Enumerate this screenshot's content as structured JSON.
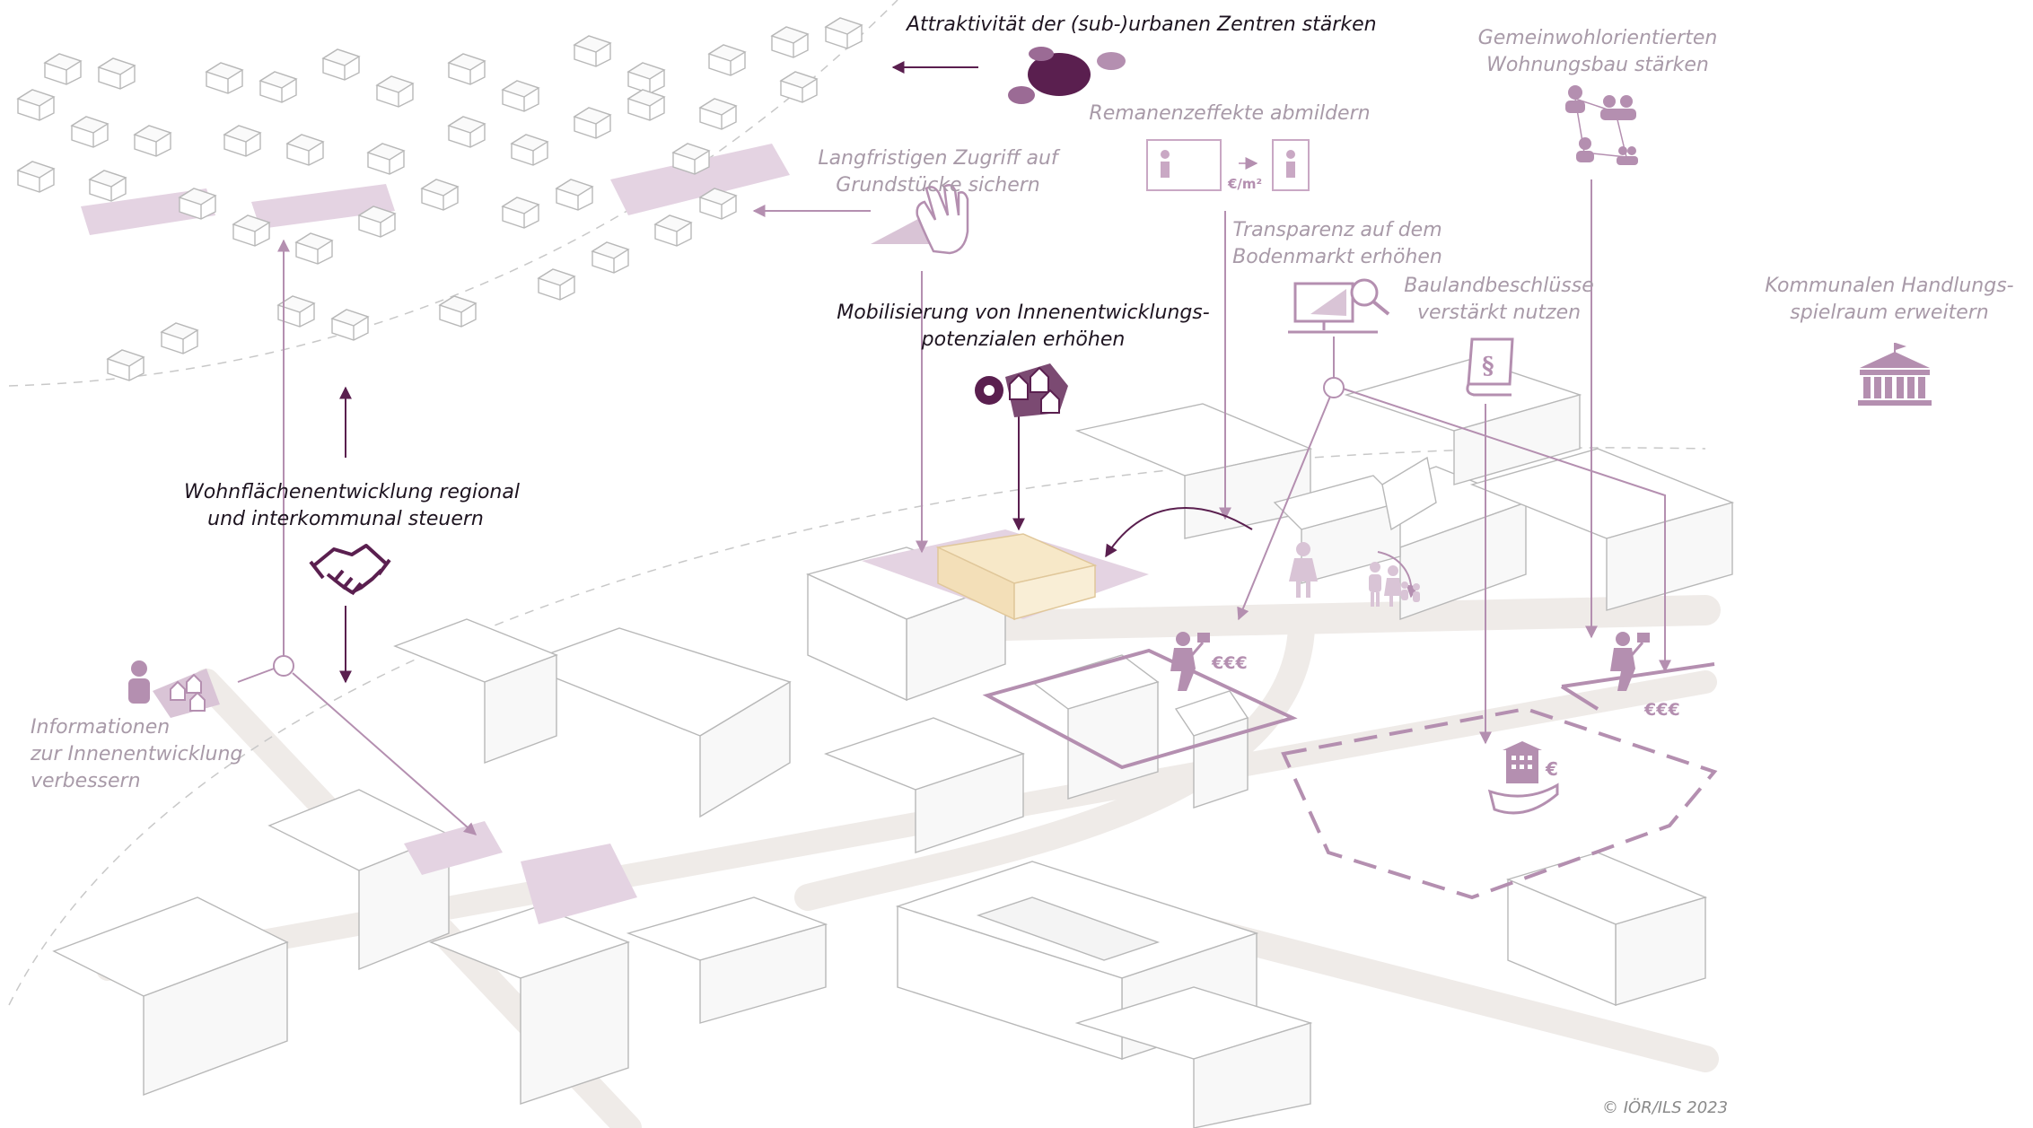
{
  "labels": {
    "attraktivitaet": "Attraktivität der (sub-)urbanen Zentren stärken",
    "remanenz": "Remanenzeffekte abmildern",
    "gemeinwohl_1": "Gemeinwohlorientierten",
    "gemeinwohl_2": "Wohnungsbau stärken",
    "zugriff_1": "Langfristigen Zugriff auf",
    "zugriff_2": "Grundstücke sichern",
    "transparenz_1": "Transparenz auf dem",
    "transparenz_2": "Bodenmarkt erhöhen",
    "bauland_1": "Baulandbeschlüsse",
    "bauland_2": "verstärkt nutzen",
    "kommunal_1": "Kommunalen Handlungs-",
    "kommunal_2": "spielraum erweitern",
    "mobilisierung_1": "Mobilisierung von Innenentwicklungs-",
    "mobilisierung_2": "potenzialen erhöhen",
    "wohnflaeche_1": "Wohnflächenentwicklung regional",
    "wohnflaeche_2": "und interkommunal steuern",
    "informationen_1": "Informationen",
    "informationen_2": "zur Innenentwicklung",
    "informationen_3": "verbessern"
  },
  "icon_text": {
    "price_per_sqm": "€/m²",
    "euros_a": "€€€",
    "euros_b": "€€€",
    "paragraph": "§",
    "euro": "€"
  },
  "copyright": "© IÖR/ILS 2023",
  "colors": {
    "dark_purple": "#5a1f4f",
    "muted_purple": "#b48fb0",
    "light_purple": "#e4d3e2",
    "building_stroke": "#b8b8b8",
    "street": "#efebe8",
    "highlight_building": "#f7e8c8"
  }
}
